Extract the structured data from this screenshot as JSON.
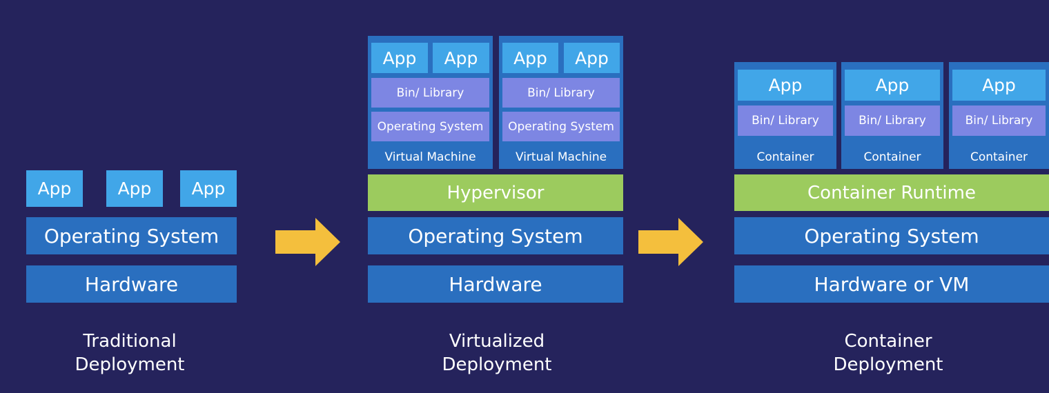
{
  "traditional": {
    "apps": [
      "App",
      "App",
      "App"
    ],
    "os": "Operating System",
    "hardware": "Hardware",
    "caption_line1": "Traditional",
    "caption_line2": "Deployment"
  },
  "virtualized": {
    "vms": [
      {
        "apps": [
          "App",
          "App"
        ],
        "lib": "Bin/ Library",
        "os": "Operating System",
        "label": "Virtual Machine"
      },
      {
        "apps": [
          "App",
          "App"
        ],
        "lib": "Bin/ Library",
        "os": "Operating System",
        "label": "Virtual Machine"
      }
    ],
    "hypervisor": "Hypervisor",
    "os": "Operating System",
    "hardware": "Hardware",
    "caption_line1": "Virtualized",
    "caption_line2": "Deployment"
  },
  "container": {
    "containers": [
      {
        "app": "App",
        "lib": "Bin/ Library",
        "label": "Container"
      },
      {
        "app": "App",
        "lib": "Bin/ Library",
        "label": "Container"
      },
      {
        "app": "App",
        "lib": "Bin/ Library",
        "label": "Container"
      }
    ],
    "runtime": "Container Runtime",
    "os": "Operating System",
    "hardware": "Hardware or VM",
    "caption_line1": "Container",
    "caption_line2": "Deployment"
  },
  "colors": {
    "background": "#25235c",
    "app": "#41a6e8",
    "layer": "#2a6fbf",
    "library": "#7d86e3",
    "hypervisor": "#9ccb5e",
    "arrow": "#f4bf3d"
  },
  "icons": [
    "right-arrow-icon",
    "right-arrow-icon"
  ]
}
